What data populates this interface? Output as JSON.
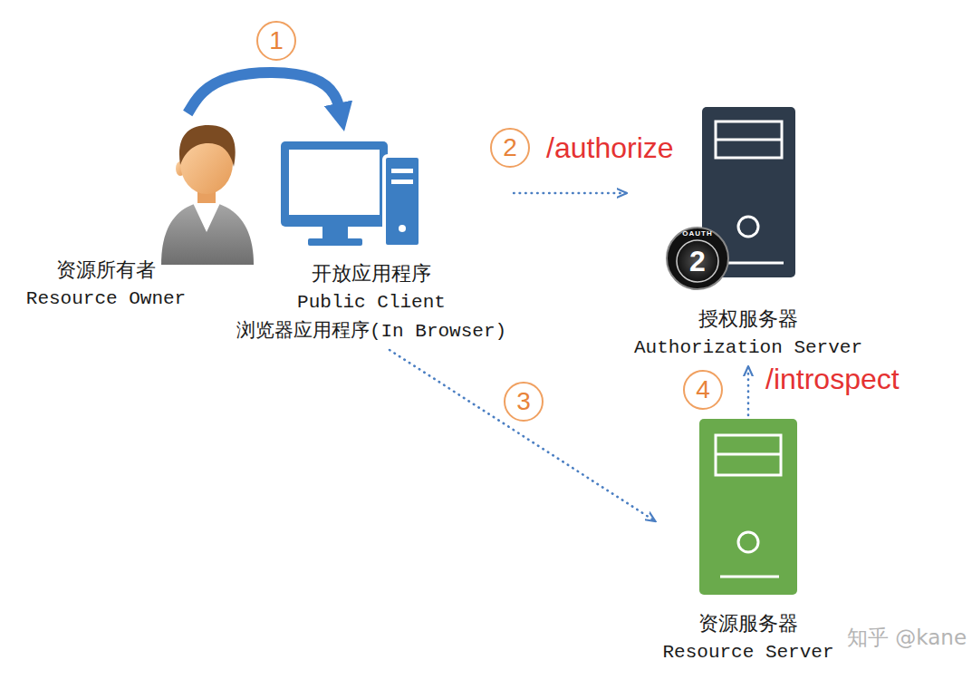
{
  "diagram": {
    "nodes": [
      {
        "text": [
          "资源所有者",
          "Resource Owner"
        ]
      },
      {
        "text": [
          "开放应用程序",
          "Public Client",
          "浏览器应用程序(In Browser)"
        ]
      },
      {
        "text": [
          "授权服务器",
          "Authorization Server"
        ]
      },
      {
        "text": [
          "资源服务器",
          "Resource Server"
        ]
      }
    ],
    "edges": [
      {
        "from": 0,
        "to": 1,
        "arrow": "to"
      },
      {
        "from": 1,
        "to": 2,
        "arrow": "to",
        "label": "/authorize"
      },
      {
        "from": 1,
        "to": 3,
        "arrow": "to"
      },
      {
        "from": 3,
        "to": 2,
        "arrow": "to",
        "label": "/introspect"
      }
    ],
    "labels": [
      "1",
      "2",
      "3",
      "4",
      "OAUTH",
      "2",
      "知乎 @kane"
    ]
  }
}
